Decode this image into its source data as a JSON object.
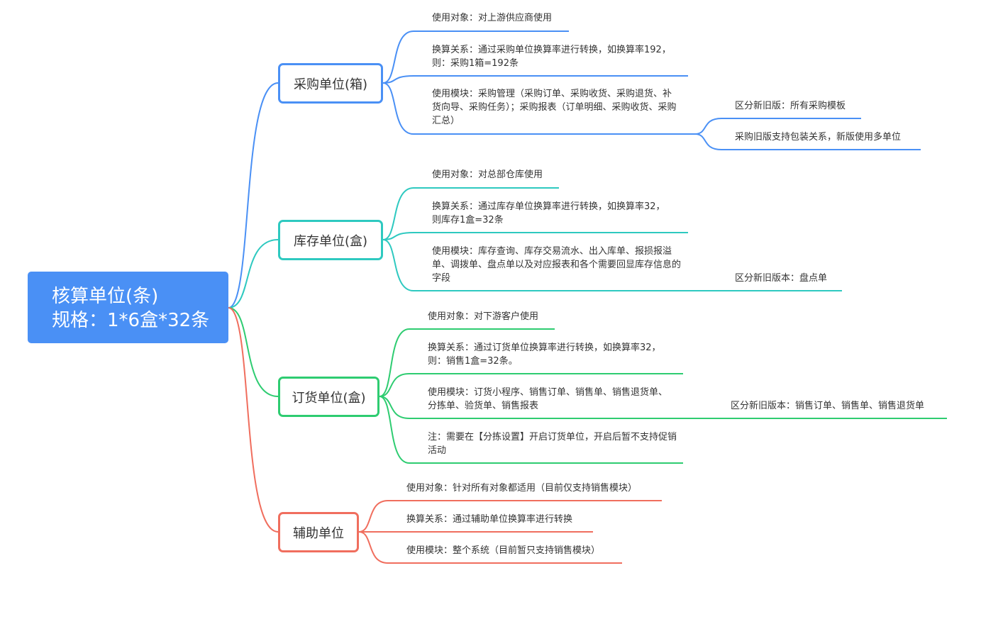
{
  "root": {
    "title": "核算单位(条)",
    "spec": "规格：1*6盒*32条",
    "color": "#4a90f5"
  },
  "branches": [
    {
      "label": "采购单位(箱)",
      "color": "#4a90f5",
      "items": [
        {
          "text": "使用对象：对上游供应商使用"
        },
        {
          "text": "换算关系：通过采购单位换算率进行转换，如换算率192，则：采购1箱=192条"
        },
        {
          "text": "使用模块：采购管理（采购订单、采购收货、采购退货、补货向导、采购任务）；采购报表（订单明细、采购收货、采购汇总）",
          "children": [
            "区分新旧版：所有采购模板",
            "采购旧版支持包装关系，新版使用多单位"
          ]
        }
      ]
    },
    {
      "label": "库存单位(盒)",
      "color": "#2ec9c0",
      "items": [
        {
          "text": "使用对象：对总部仓库使用"
        },
        {
          "text": "换算关系：通过库存单位换算率进行转换，如换算率32，则库存1盒=32条"
        },
        {
          "text": "使用模块：库存查询、库存交易流水、出入库单、报损报溢单、调拨单、盘点单以及对应报表和各个需要回显库存信息的字段",
          "children": [
            "区分新旧版本：盘点单"
          ]
        }
      ]
    },
    {
      "label": "订货单位(盒)",
      "color": "#2ecc71",
      "items": [
        {
          "text": "使用对象：对下游客户使用"
        },
        {
          "text": "换算关系：通过订货单位换算率进行转换，如换算率32，则：销售1盒=32条。"
        },
        {
          "text": "使用模块：订货小程序、销售订单、销售单、销售退货单、分拣单、验货单、销售报表",
          "children": [
            "区分新旧版本：销售订单、销售单、销售退货单"
          ]
        },
        {
          "text": "注：需要在【分拣设置】开启订货单位，开启后暂不支持促销活动"
        }
      ]
    },
    {
      "label": "辅助单位",
      "color": "#f06e5e",
      "items": [
        {
          "text": "使用对象：针对所有对象都适用（目前仅支持销售模块）"
        },
        {
          "text": "换算关系：通过辅助单位换算率进行转换"
        },
        {
          "text": "使用模块：整个系统（目前暂只支持销售模块）"
        }
      ]
    }
  ]
}
